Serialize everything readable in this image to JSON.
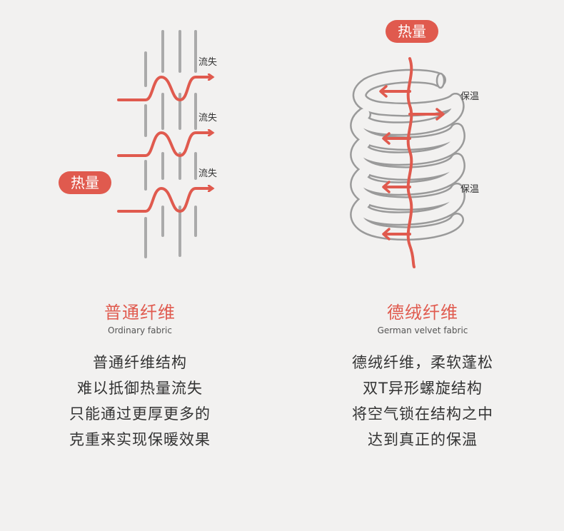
{
  "colors": {
    "accent_red": "#e05a4e",
    "fiber_gray": "#aaaaaa",
    "background": "#f2f1f0"
  },
  "left": {
    "heat_label": "热量",
    "loss_labels": [
      "流失",
      "流失",
      "流失"
    ],
    "title": "普通纤维",
    "subtitle": "Ordinary fabric",
    "description": [
      "普通纤维结构",
      "难以抵御热量流失",
      "只能通过更厚更多的",
      "克重来实现保暖效果"
    ]
  },
  "right": {
    "heat_label": "热量",
    "keep_warm_labels": [
      "保温",
      "保温"
    ],
    "title": "德绒纤维",
    "subtitle": "German velvet fabric",
    "description": [
      "德绒纤维，柔软蓬松",
      "双T异形螺旋结构",
      "将空气锁在结构之中",
      "达到真正的保温"
    ]
  }
}
